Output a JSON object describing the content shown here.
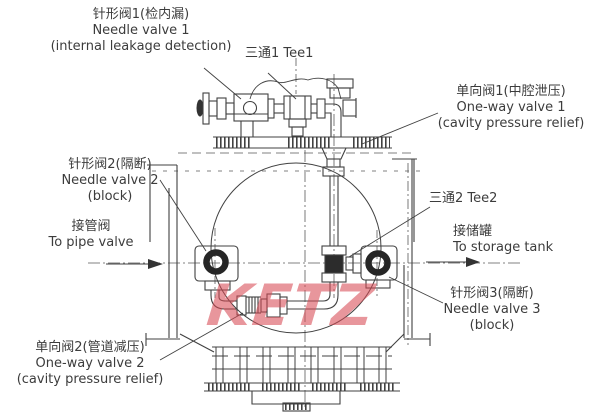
{
  "diagram_type": "valve-piping-assembly-technical-drawing",
  "colors": {
    "line": "#414141",
    "text": "#3c3c3c",
    "watermark_red": "#d84a54"
  },
  "watermark": "KETZ",
  "labels": {
    "needle_valve_1": {
      "zh": "针形阀1(检内漏)",
      "en1": "Needle valve 1",
      "en2": "(internal leakage detection)"
    },
    "tee1": {
      "text": "三通1 Tee1"
    },
    "one_way_valve_1": {
      "zh": "单向阀1(中腔泄压)",
      "en1": "One-way valve 1",
      "en2": "(cavity pressure relief)"
    },
    "needle_valve_2": {
      "zh": "针形阀2(隔断)",
      "en1": "Needle valve 2",
      "en2": "(block)"
    },
    "to_pipe_valve": {
      "zh": "接管阀",
      "en": "To pipe valve"
    },
    "tee2": {
      "text": "三通2 Tee2"
    },
    "to_storage_tank": {
      "zh": "接储罐",
      "en": "To storage tank"
    },
    "needle_valve_3": {
      "zh": "针形阀3(隔断)",
      "en1": "Needle valve 3",
      "en2": "(block)"
    },
    "one_way_valve_2": {
      "zh": "单向阀2(管道减压)",
      "en1": "One-way valve 2",
      "en2": "(cavity pressure relief)"
    }
  }
}
